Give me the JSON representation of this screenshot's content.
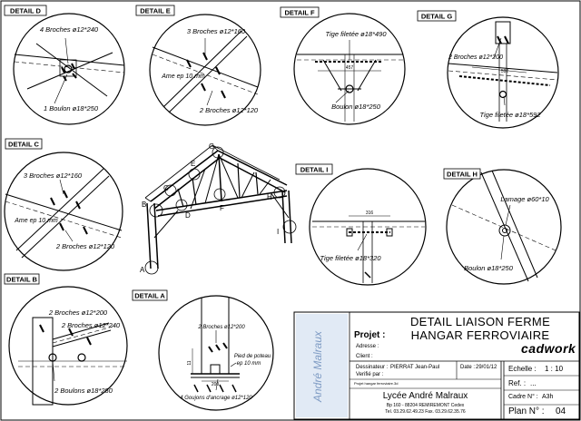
{
  "details": {
    "D": {
      "tag": "DETAIL D",
      "l1": "4 Broches ø12*240",
      "l2": "1 Boulon ø18*250"
    },
    "E": {
      "tag": "DETAIL E",
      "l1": "3 Broches ø12*160",
      "l2": "Ame ep 10 mm",
      "l3": "2 Broches ø12*120"
    },
    "F": {
      "tag": "DETAIL F",
      "l1": "Tige filetée ø18*490",
      "dim": "457",
      "l2": "Boulon ø18*250"
    },
    "G": {
      "tag": "DETAIL G",
      "l1": "2 Broches ø12*200",
      "dim": "592",
      "l2": "Tige filetée ø18*592"
    },
    "C": {
      "tag": "DETAIL C",
      "l1": "3 Broches ø12*160",
      "l2": "Ame ep 10 mm",
      "l3": "2 Broches ø12*120"
    },
    "I": {
      "tag": "DETAIL I",
      "dim": "316",
      "l1": "Tige filetée ø18*320"
    },
    "H": {
      "tag": "DETAIL H",
      "l1": "Lamage ø60*10",
      "l2": "Boulon ø18*250"
    },
    "B": {
      "tag": "DETAIL B",
      "l1": "2 Broches ø12*200",
      "l2": "2 Broches ø12*240",
      "l3": "2 Boulons ø18*250"
    },
    "A": {
      "tag": "DETAIL A",
      "l1": "2 Broches ø12*200",
      "l2": "Pied de poteau",
      "l3": "ep 10 mm",
      "d1": "11",
      "d2": "200",
      "l4": "4 Goujons d'ancrage ø12*120"
    }
  },
  "truss_letters": [
    "A",
    "B",
    "C",
    "D",
    "E",
    "F",
    "G",
    "H",
    "I"
  ],
  "title_block": {
    "title_line1": "DETAIL LIAISON FERME",
    "title_line2": "HANGAR FERROVIAIRE",
    "projet_label": "Projet :",
    "adresse_label": "Adresse :",
    "client_label": "Client :",
    "dessinateur_label": "Dessinateur :",
    "dessinateur_value": "PIERRAT Jean-Paul",
    "verifie_label": "Verifié par :",
    "date_label": "Date :",
    "date_value": "29/01/12",
    "file_label": "Projet hangar ferroviaire.3d",
    "school_name": "Lycée André Malraux",
    "school_addr": "Bp 160 - 88204 REMIREMONT Cedex",
    "school_tel": "Tel. 03.29.62.49.23   Fax. 03.29.62.35.76",
    "brand": "cadwork",
    "echelle_label": "Echelle :",
    "echelle_value": "1 : 10",
    "ref_label": "Ref. :",
    "ref_value": "...",
    "cadre_label": "Cadre N° :",
    "cadre_value": "A3h",
    "plan_label": "Plan N° :",
    "plan_value": "04",
    "logo_text": "André Malraux"
  },
  "colors": {
    "ink": "#000000",
    "paper": "#ffffff",
    "logo_blue": "#c8d8ec"
  }
}
